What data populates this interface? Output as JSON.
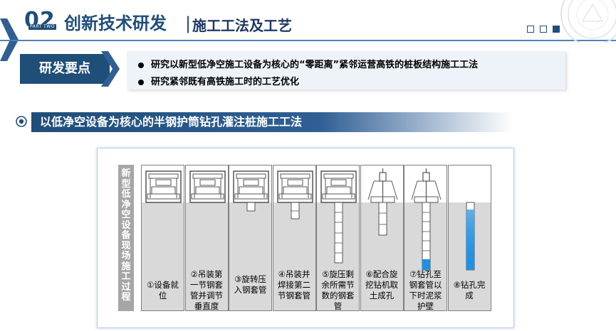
{
  "header": {
    "number": "02",
    "part": "PART TWO",
    "title": "创新技术研发",
    "separator": "|",
    "subtitle": "施工工法及工艺"
  },
  "key_points": {
    "label": "研发要点",
    "items": [
      "研究以新型低净空施工设备为核心的“零距离”紧邻运营高铁的桩板结构施工工法",
      "研究紧邻既有高铁施工时的工艺优化"
    ]
  },
  "section": {
    "title": "以低净空设备为核心的半钢护筒钻孔灌注桩施工工法"
  },
  "figure": {
    "side_label": "新型低净空设备现场施工过程",
    "steps": [
      {
        "caption": "①设备就位",
        "casing_fraction": 0.0,
        "slurry_fraction": 0.0,
        "device": "crane"
      },
      {
        "caption": "②吊装第一节钢套管并调节垂直度",
        "casing_fraction": 0.0,
        "slurry_fraction": 0.0,
        "device": "crane"
      },
      {
        "caption": "③旋转压入钢套管",
        "casing_fraction": 0.08,
        "slurry_fraction": 0.0,
        "device": "crane"
      },
      {
        "caption": "④吊装并焊接第二节钢套管",
        "casing_fraction": 0.15,
        "slurry_fraction": 0.0,
        "device": "crane"
      },
      {
        "caption": "⑤旋压剩余所需节数的钢套管",
        "casing_fraction": 0.55,
        "slurry_fraction": 0.0,
        "device": "crane"
      },
      {
        "caption": "⑥配合旋挖钻机取土成孔",
        "casing_fraction": 0.3,
        "slurry_fraction": 0.0,
        "device": "drill"
      },
      {
        "caption": "⑦钻孔至钢套管以下时泥浆护壁",
        "casing_fraction": 0.62,
        "slurry_fraction": 0.1,
        "device": "drill"
      },
      {
        "caption": "⑧钻孔完成",
        "casing_fraction": 0.62,
        "slurry_fraction": 0.55,
        "device": "none"
      }
    ]
  },
  "colors": {
    "brand": "#1f4e79",
    "ground": "#d9d9d9",
    "slurry": "#1e90e6"
  }
}
